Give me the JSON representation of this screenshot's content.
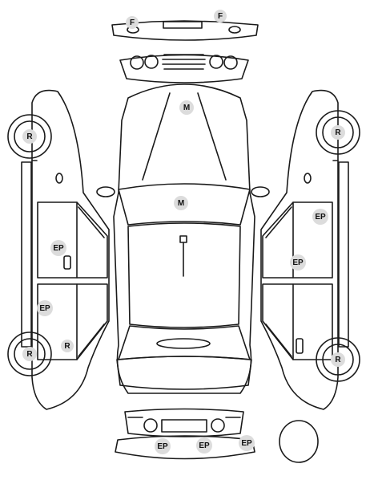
{
  "legend_codes": {
    "F": "F",
    "M": "M",
    "R": "R",
    "EP": "EP"
  },
  "markers": {
    "front_bumper_left": "F",
    "front_bumper_right": "F",
    "hood": "M",
    "windshield": "M",
    "left_front_wheel": "R",
    "left_rear_wheel": "R",
    "right_front_wheel": "R",
    "right_rear_wheel": "R",
    "left_front_door": "EP",
    "left_rear_door": "EP",
    "left_rear_door_handle": "R",
    "right_front_door": "EP",
    "right_front_door_handle": "EP",
    "rear_bumper_left": "EP",
    "rear_bumper_center": "EP",
    "rear_bumper_right": "EP"
  },
  "colors": {
    "outline": "#1a1a1a",
    "badge_fill": "#dcdcdc",
    "background": "#ffffff"
  }
}
